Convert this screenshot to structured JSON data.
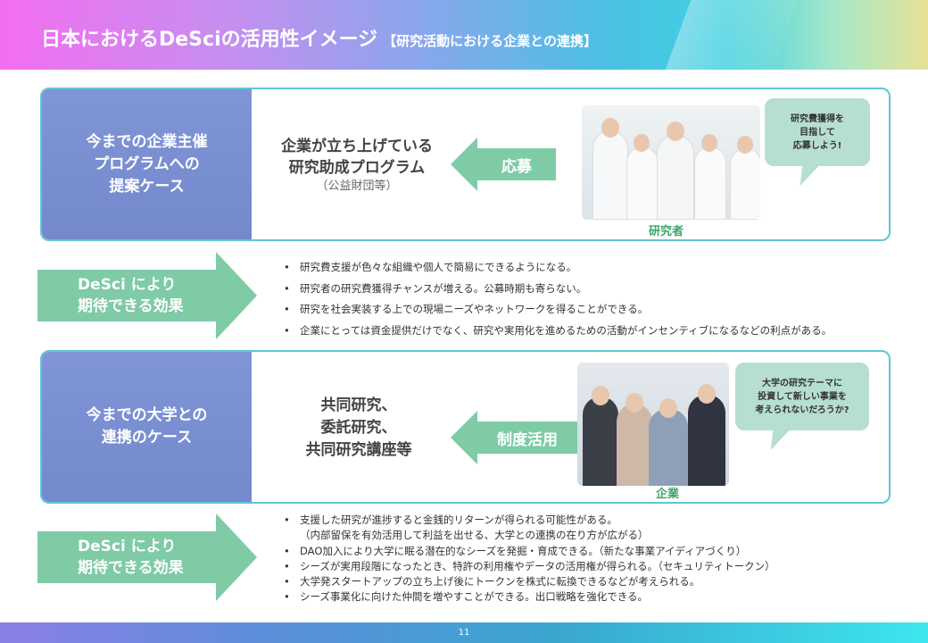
{
  "header": {
    "title": "日本におけるDeSciの活用性イメージ",
    "subtitle": "【研究活動における企業との連携】"
  },
  "section1": {
    "left": "今までの企業主催\nプログラムへの\n提案ケース",
    "middle": "企業が立ち上げている\n研究助成プログラム",
    "middle_note": "（公益財団等）",
    "arrow": "応募",
    "bubble": "研究費獲得を\n目指して\n応募しよう!",
    "role": "研究者"
  },
  "effect1": {
    "label": "DeSci により\n期待できる効果",
    "bullets": [
      "研究費支援が色々な組織や個人で簡易にできるようになる。",
      "研究者の研究費獲得チャンスが増える。公募時期も寄らない。",
      "研究を社会実装する上での現場ニーズやネットワークを得ることができる。",
      "企業にとっては資金提供だけでなく、研究や実用化を進めるための活動がインセンティブになるなどの利点がある。"
    ]
  },
  "section2": {
    "left": "今までの大学との\n連携のケース",
    "middle": "共同研究、\n委託研究、\n共同研究講座等",
    "arrow": "制度活用",
    "bubble": "大学の研究テーマに\n投資して新しい事業を\n考えられないだろうか?",
    "role": "企業"
  },
  "effect2": {
    "label": "DeSci により\n期待できる効果",
    "bullets": [
      "支援した研究が進捗すると金銭的リターンが得られる可能性がある。\n（内部留保を有効活用して利益を出せる、大学との連携の在り方が広がる）",
      "DAO加入により大学に眠る潜在的なシーズを発掘・育成できる。（新たな事業アイディアづくり）",
      "シーズが実用段階になったとき、特許の利用権やデータの活用権が得られる。（セキュリティトークン）",
      "大学発スタートアップの立ち上げ後にトークンを株式に転換できるなどが考えられる。",
      "シーズ事業化に向けた仲間を増やすことができる。出口戦略を強化できる。"
    ]
  },
  "footer": {
    "page": "11"
  }
}
